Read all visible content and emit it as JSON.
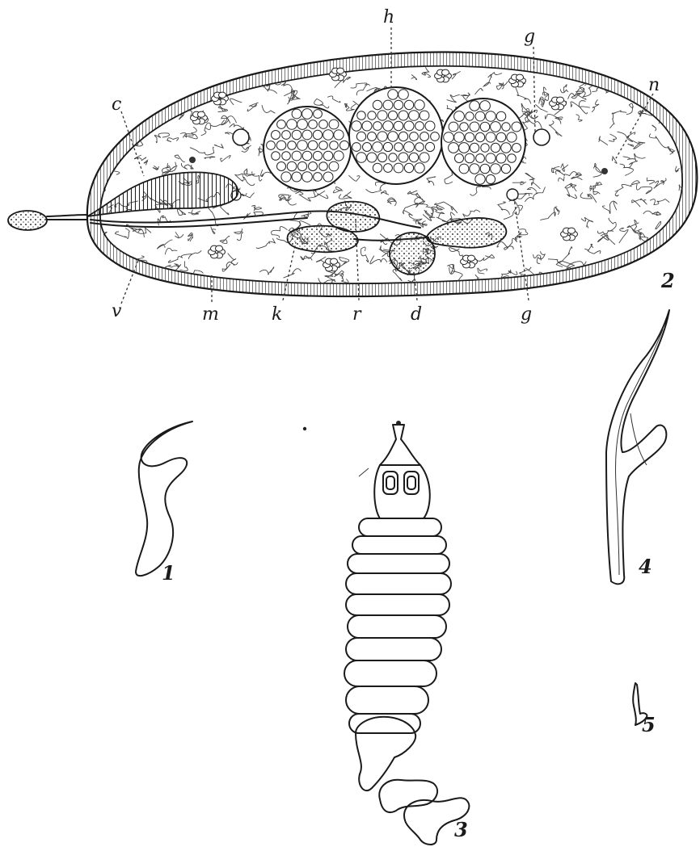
{
  "figure_2": {
    "number": "2",
    "labels": {
      "c": "c",
      "h": "h",
      "g_top": "g",
      "n": "n",
      "v": "v",
      "m": "m",
      "k": "k",
      "r": "r",
      "d": "d",
      "g_bottom": "g"
    }
  },
  "figure_1": {
    "number": "1"
  },
  "figure_3": {
    "number": "3"
  },
  "figure_4": {
    "number": "4"
  },
  "figure_5": {
    "number": "5"
  }
}
